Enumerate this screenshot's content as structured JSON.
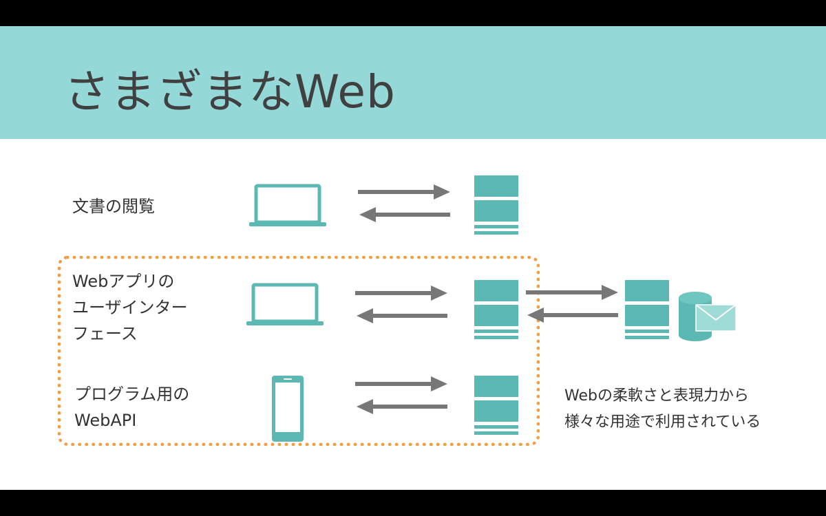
{
  "slide": {
    "title": "さまざまなWeb",
    "rows": [
      {
        "label_lines": [
          "文書の閲覧"
        ],
        "client": "laptop-icon"
      },
      {
        "label_lines": [
          "Webアプリの",
          "ユーザインター",
          "フェース"
        ],
        "client": "laptop-icon"
      },
      {
        "label_lines": [
          "プログラム用の",
          "WebAPI"
        ],
        "client": "smartphone-icon"
      }
    ],
    "caption_lines": [
      "Webの柔軟さと表現力から",
      "様々な用途で利用されている"
    ]
  },
  "colors": {
    "band": "#94d9d7",
    "teal": "#5cb8b2",
    "arrow": "#777777",
    "dots": "#f0a040",
    "text": "#333333"
  }
}
